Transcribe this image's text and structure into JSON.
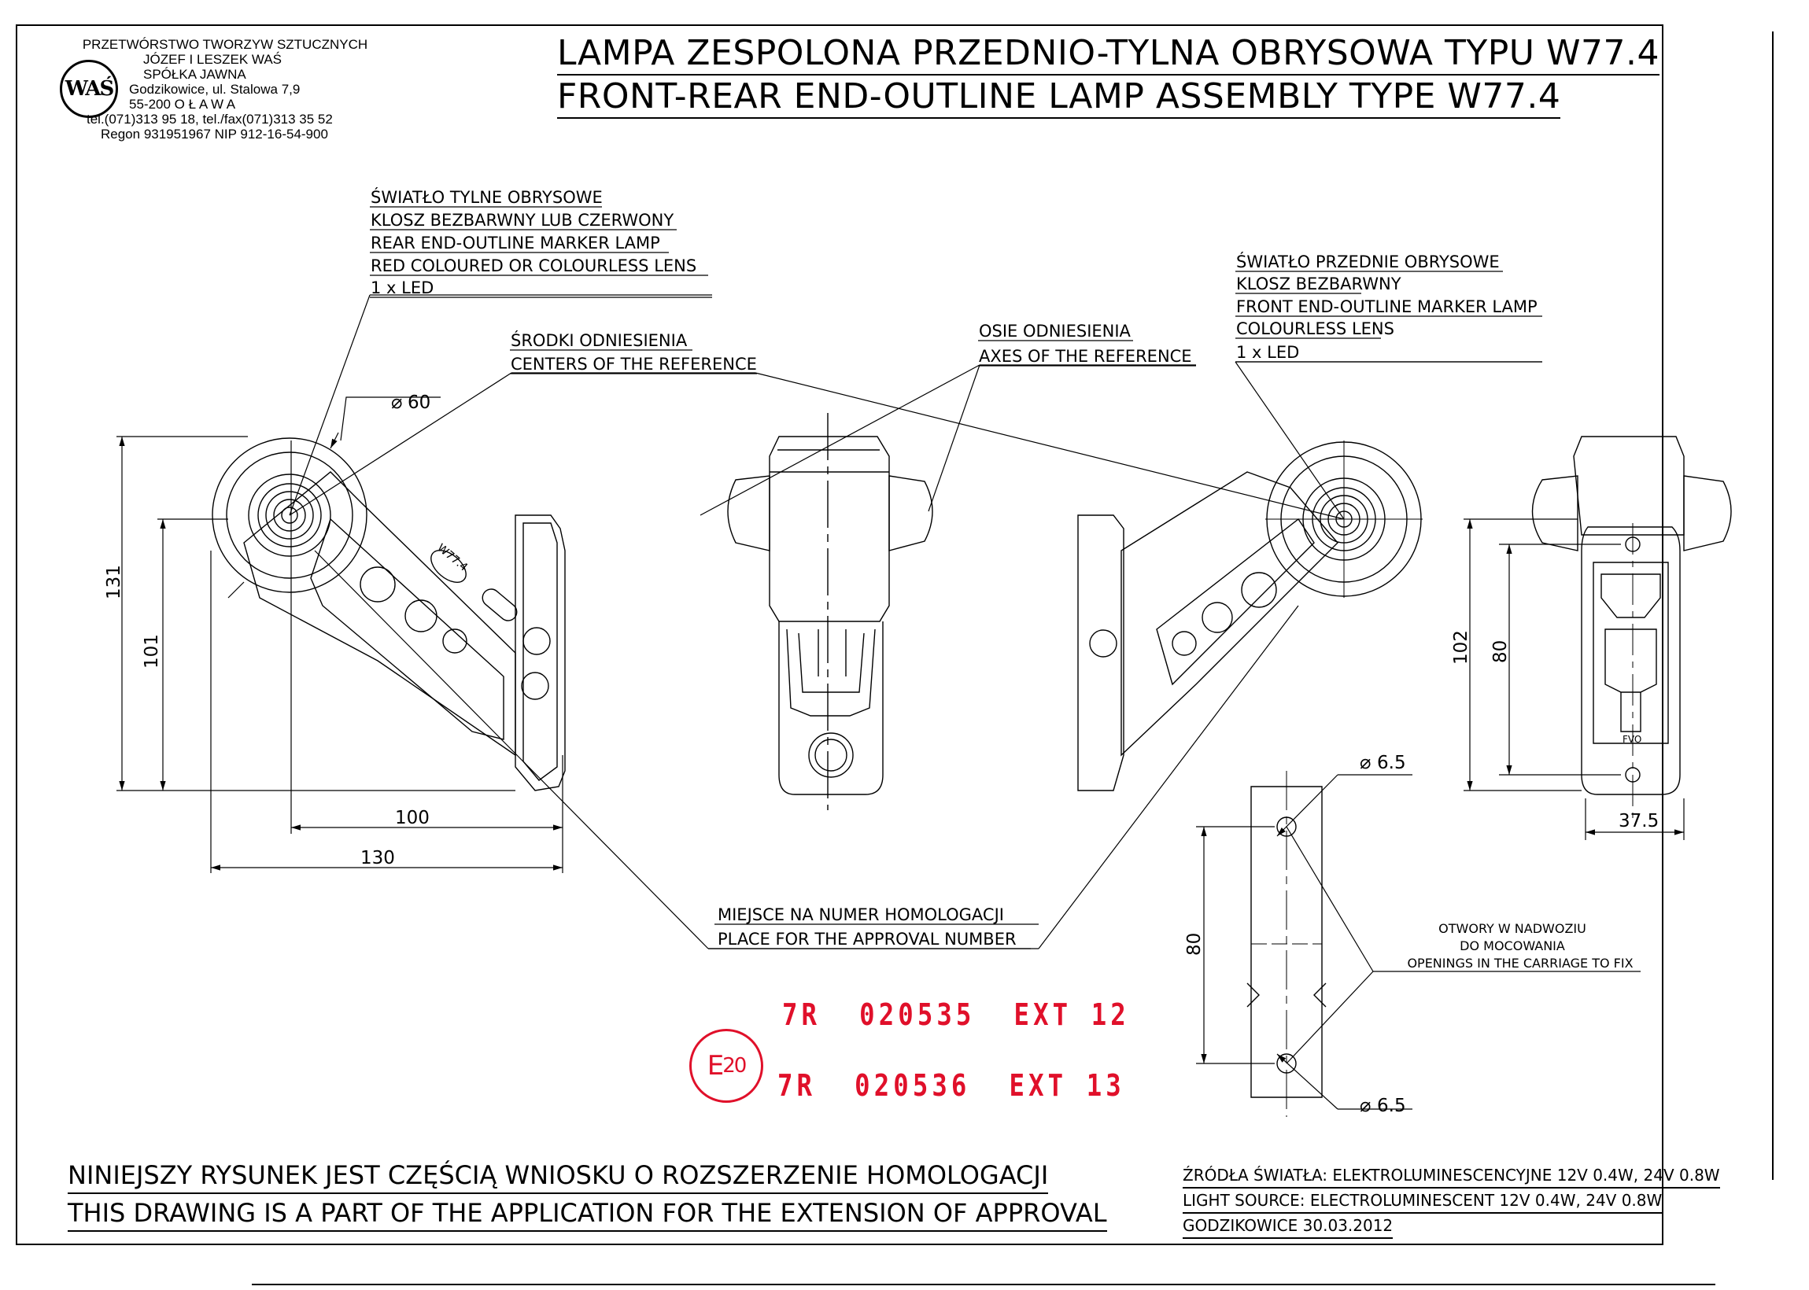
{
  "company": {
    "line1": "PRZETWÓRSTWO TWORZYW SZTUCZNYCH",
    "line2": "JÓZEF I LESZEK WAŚ",
    "line3": "SPÓŁKA JAWNA",
    "line4": "Godzikowice, ul. Stalowa 7,9",
    "line5": "55-200  O Ł A W A",
    "line6": "tel.(071)313 95 18, tel./fax(071)313 35 52",
    "line7": "Regon 931951967 NIP 912-16-54-900",
    "logo_text": "WAŚ"
  },
  "title": {
    "line_pl": "LAMPA ZESPOLONA PRZEDNIO-TYLNA OBRYSOWA TYPU W77.4",
    "line_en": "FRONT-REAR END-OUTLINE LAMP ASSEMBLY TYPE W77.4"
  },
  "callouts": {
    "rear": [
      "ŚWIATŁO TYLNE OBRYSOWE",
      "KLOSZ BEZBARWNY LUB CZERWONY",
      "REAR END-OUTLINE MARKER LAMP",
      "RED COLOURED OR COLOURLESS LENS",
      "1 x LED"
    ],
    "front": [
      "ŚWIATŁO PRZEDNIE OBRYSOWE",
      "KLOSZ BEZBARWNY",
      "FRONT END-OUTLINE MARKER LAMP",
      "COLOURLESS LENS",
      "1 x LED"
    ],
    "centers": [
      "ŚRODKI ODNIESIENIA",
      "CENTERS OF THE REFERENCE"
    ],
    "axes": [
      "OSIE ODNIESIENIA",
      "AXES OF THE REFERENCE"
    ],
    "approval_place": [
      "MIEJSCE NA NUMER HOMOLOGACJI",
      "PLACE FOR THE APPROVAL NUMBER"
    ],
    "openings": [
      "OTWORY W NADWOZIU",
      "DO MOCOWANIA",
      "OPENINGS IN THE CARRIAGE TO FIX"
    ]
  },
  "dimensions": {
    "d60": "60",
    "h131": "131",
    "h101": "101",
    "w100": "100",
    "w130": "130",
    "h102": "102",
    "h80_side": "80",
    "w37_5": "37.5",
    "d6_5_top": "6.5",
    "d6_5_bottom": "6.5",
    "h80_holes": "80",
    "badge": "W77.4",
    "brand_small": "FVO"
  },
  "approval": {
    "mark_letter": "E",
    "mark_number": "20",
    "line1": "7R  020535  EXT 12",
    "line2": "7R  020536  EXT 13"
  },
  "footer": {
    "note_pl": "NINIEJSZY RYSUNEK JEST CZĘŚCIĄ WNIOSKU O  ROZSZERZENIE  HOMOLOGACJI",
    "note_en": "THIS DRAWING IS A PART OF THE APPLICATION FOR THE EXTENSION OF APPROVAL",
    "source_pl": "ŹRÓDŁA ŚWIATŁA: ELEKTROLUMINESCENCYJNE  12V  0.4W, 24V  0.8W",
    "source_en": "LIGHT SOURCE: ELECTROLUMINESCENT  12V  0.4W, 24V  0.8W",
    "place_date": "GODZIKOWICE 30.03.2012"
  },
  "colors": {
    "ink": "#000000",
    "stamp": "#e0102a",
    "paper": "#ffffff"
  }
}
